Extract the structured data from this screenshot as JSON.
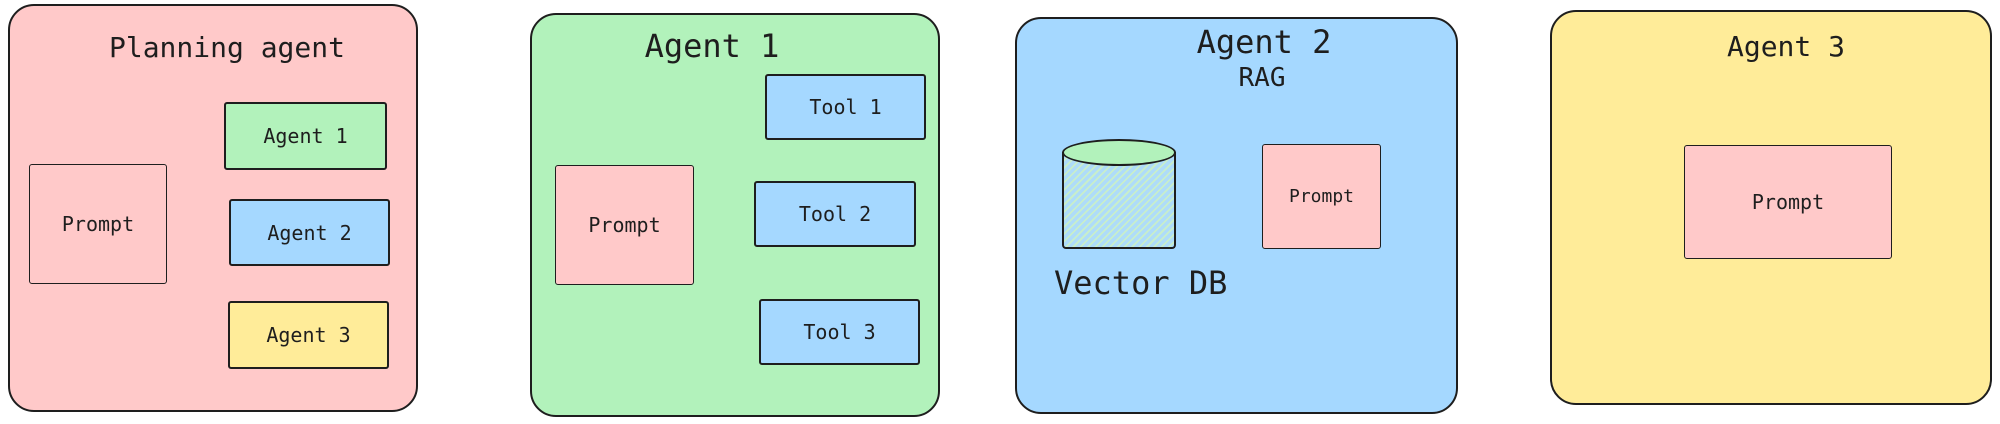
{
  "colors": {
    "pink": "#ffc9c9",
    "green": "#b2f2bb",
    "blue": "#a5d8ff",
    "yellow": "#ffec99",
    "stroke": "#1e1e1e",
    "canvas": "#ffffff",
    "db-top": "#b2f2bb",
    "db-body": "#aedcf9",
    "db-hatch": "#c8eecb"
  },
  "panels": {
    "planning": {
      "title": "Planning agent",
      "prompt": "Prompt",
      "agents": [
        {
          "label": "Agent 1"
        },
        {
          "label": "Agent 2"
        },
        {
          "label": "Agent 3"
        }
      ]
    },
    "agent1": {
      "title": "Agent 1",
      "prompt": "Prompt",
      "tools": [
        {
          "label": "Tool 1"
        },
        {
          "label": "Tool 2"
        },
        {
          "label": "Tool 3"
        }
      ]
    },
    "agent2": {
      "title": "Agent 2",
      "subtitle": "RAG",
      "prompt": "Prompt",
      "db_label": "Vector DB"
    },
    "agent3": {
      "title": "Agent 3",
      "prompt": "Prompt"
    }
  }
}
